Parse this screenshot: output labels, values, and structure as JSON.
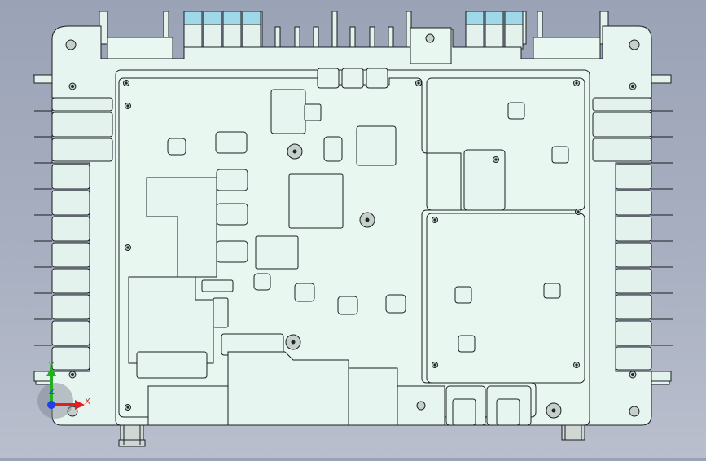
{
  "viewport": {
    "background_top": "#9aa3b6",
    "background_bottom": "#b9bfcd",
    "part_color": "#e6f5ef",
    "edge_color": "#1a1f22"
  },
  "triad": {
    "x_label": "X",
    "y_label": "Y",
    "z_label": "Z",
    "x_color": "#e02020",
    "y_color": "#20b020",
    "z_color": "#2040e0"
  }
}
